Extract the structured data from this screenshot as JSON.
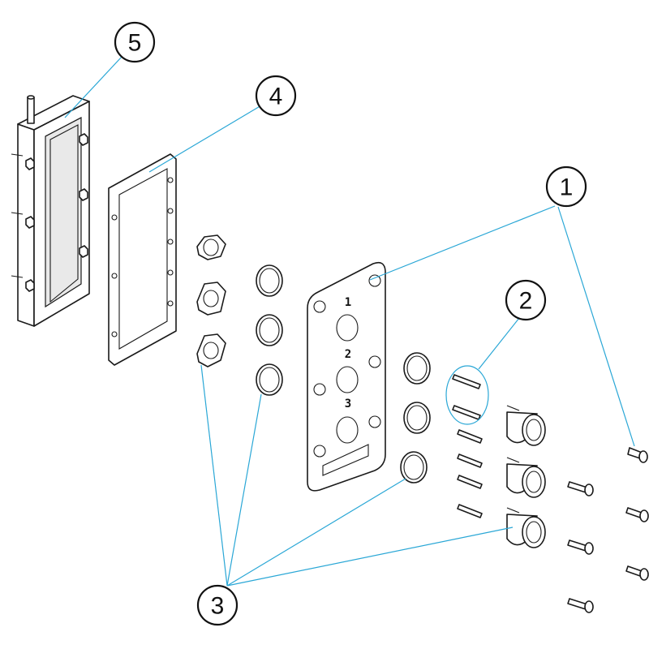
{
  "diagram": {
    "callouts": [
      {
        "id": "5",
        "label": "5"
      },
      {
        "id": "4",
        "label": "4"
      },
      {
        "id": "1",
        "label": "1"
      },
      {
        "id": "2",
        "label": "2"
      },
      {
        "id": "3",
        "label": "3"
      }
    ],
    "plate_labels": [
      "1",
      "2",
      "3"
    ],
    "colors": {
      "leader": "#2aa7d6",
      "outline": "#1a1a1a"
    }
  }
}
